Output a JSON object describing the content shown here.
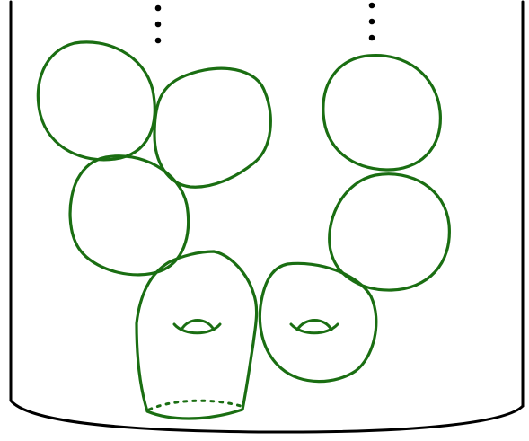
{
  "palette": {
    "loop_stroke": "#1a6e12",
    "container_stroke": "#000000",
    "ellipsis_dot": "#000000",
    "background": "#ffffff"
  },
  "diagram": {
    "container": {
      "shape": "open-top cylinder"
    },
    "ellipses": [
      {
        "name": "left-column-continuation",
        "dots": 3
      },
      {
        "name": "right-column-continuation",
        "dots": 3
      }
    ],
    "surfaces": [
      {
        "name": "loop-top-left-a",
        "kind": "closed-loop"
      },
      {
        "name": "loop-top-left-b",
        "kind": "closed-loop"
      },
      {
        "name": "loop-middle-left",
        "kind": "closed-loop"
      },
      {
        "name": "loop-top-right",
        "kind": "closed-loop"
      },
      {
        "name": "loop-middle-right",
        "kind": "closed-loop"
      },
      {
        "name": "handle-surface-with-boundary",
        "kind": "genus-one-with-boundary",
        "handles": 1,
        "boundary": "dotted"
      },
      {
        "name": "handle-surface-closed",
        "kind": "genus-one-closed",
        "handles": 1
      }
    ]
  }
}
